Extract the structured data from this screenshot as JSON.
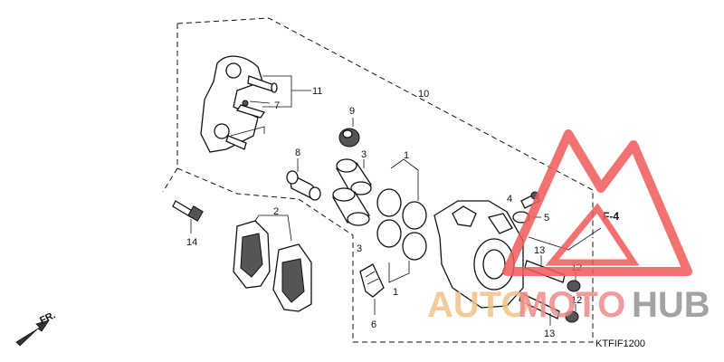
{
  "callouts": {
    "p1a": "1",
    "p1b": "1",
    "p2": "2",
    "p3a": "3",
    "p3b": "3",
    "p4": "4",
    "p5": "5",
    "p6": "6",
    "p7": "7",
    "p8": "8",
    "p9": "9",
    "p10": "10",
    "p11": "11",
    "p12a": "12",
    "p12b": "12",
    "p13a": "13",
    "p13b": "13",
    "p14": "14"
  },
  "ref_label": "F-4",
  "direction_label": "FR.",
  "diagram_code": "KTFIF1200",
  "watermark": {
    "word_a": "AUTO",
    "word_b": "MOTO",
    "word_c": "HUB",
    "color_a": "#f2c38a",
    "color_b": "#f08a8a",
    "color_c": "#9a9a9a",
    "triangle_color": "#f05a5a"
  }
}
